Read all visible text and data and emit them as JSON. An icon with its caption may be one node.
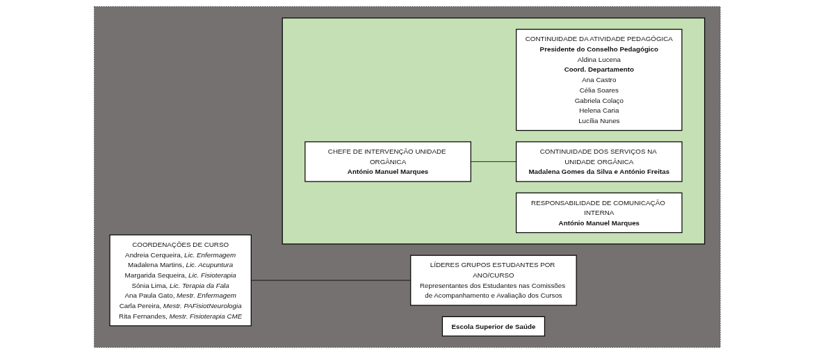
{
  "diagram": {
    "nodes": [
      {
        "text": [],
        "shape": "box"
      },
      {
        "text": [
          "Escola Superior de Saúde"
        ],
        "in": 0
      },
      {
        "text": [],
        "shape": "box",
        "in": 0
      },
      {
        "text": [
          "CONTINUIDADE DA ATIVIDADE PEDAGÓGICA",
          "Presidente do Conselho Pedagógico",
          "Aldina Lucena",
          "Coord. Departamento",
          "Ana Castro",
          "Célia Soares",
          "Gabriela Colaço",
          "Helena Caria",
          "Lucília Nunes"
        ],
        "in": 2
      },
      {
        "text": [
          "CHEFE DE INTERVENÇÃO UNIDADE ORGÂNICA",
          "António Manuel Marques"
        ],
        "in": 2
      },
      {
        "text": [
          "CONTINUIDADE DOS SERVIÇOS NA UNIDADE ORGÂNICA",
          "Madalena Gomes da Silva e António Freitas"
        ],
        "in": 2
      },
      {
        "text": [
          "RESPONSABILIDADE DE COMUNICAÇÃO INTERNA",
          "António Manuel Marques"
        ],
        "in": 2
      },
      {
        "text": [
          "COORDENAÇÕES DE CURSO",
          "Andreia Cerqueira, *Lic. Enfermagem*",
          "Madalena Martins, *Lic. Acupuntura*",
          "Margarida Sequeira, *Lic. Fisioterapia*",
          "Sónia Lima, *Lic. Terapia da Fala*",
          "Ana Paula Gato, *Mestr. Enfermagem*",
          "Carla Pereira, *Mestr. PAFisiotNeurologia*",
          "Rita Fernandes, *Mestr. Fisioterapia CME*"
        ],
        "in": 0
      },
      {
        "text": [
          "LÍDERES GRUPOS ESTUDANTES POR ANO/CURSO",
          "Representantes dos Estudantes nas Comissões de Acompanhamento e Avaliação dos Cursos"
        ],
        "in": 0
      }
    ],
    "edges": [
      {
        "from": 4,
        "to": 5,
        "arrow": "none"
      },
      {
        "from": 7,
        "to": 8,
        "arrow": "none"
      }
    ]
  }
}
